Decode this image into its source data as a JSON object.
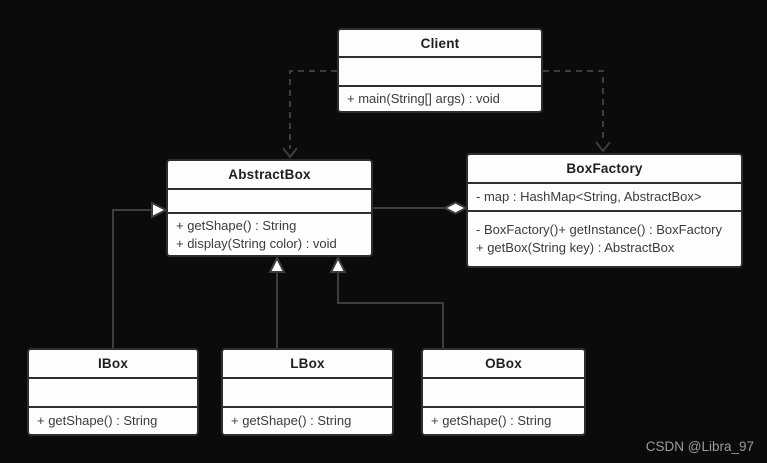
{
  "theme": {
    "bg": "#0b0b0b",
    "line": "#3d3d3d",
    "box-fill": "#fdfdfd",
    "border": "#2e2e2e",
    "header-text": "#1f1f1f",
    "member-text": "#3c3c3c",
    "watermark-text": "#9b9b9b"
  },
  "diagram": {
    "type": "uml-class-diagram",
    "classes": [
      {
        "name": "Client",
        "attributes": [],
        "methods": [
          "+ main(String[] args) : void"
        ]
      },
      {
        "name": "AbstractBox",
        "attributes": [],
        "methods": [
          "+ getShape() : String",
          "+ display(String color) : void"
        ]
      },
      {
        "name": "BoxFactory",
        "attributes": [
          "- map : HashMap<String, AbstractBox>"
        ],
        "methods": [
          "- BoxFactory()+ getInstance() : BoxFactory",
          "+ getBox(String key) : AbstractBox"
        ]
      },
      {
        "name": "IBox",
        "attributes": [],
        "methods": [
          "+ getShape() : String"
        ]
      },
      {
        "name": "LBox",
        "attributes": [],
        "methods": [
          "+ getShape() : String"
        ]
      },
      {
        "name": "OBox",
        "attributes": [],
        "methods": [
          "+ getShape() : String"
        ]
      }
    ],
    "relationships": [
      {
        "type": "dependency",
        "from": "Client",
        "to": "AbstractBox",
        "style": "dashed-open-arrow"
      },
      {
        "type": "dependency",
        "from": "Client",
        "to": "BoxFactory",
        "style": "dashed-open-arrow"
      },
      {
        "type": "aggregation",
        "part": "AbstractBox",
        "whole": "BoxFactory",
        "style": "solid-hollow-diamond-at-whole"
      },
      {
        "type": "inheritance",
        "from": "IBox",
        "to": "AbstractBox",
        "style": "solid-hollow-triangle"
      },
      {
        "type": "inheritance",
        "from": "LBox",
        "to": "AbstractBox",
        "style": "solid-hollow-triangle"
      },
      {
        "type": "inheritance",
        "from": "OBox",
        "to": "AbstractBox",
        "style": "solid-hollow-triangle"
      }
    ],
    "watermark": "CSDN @Libra_97"
  }
}
